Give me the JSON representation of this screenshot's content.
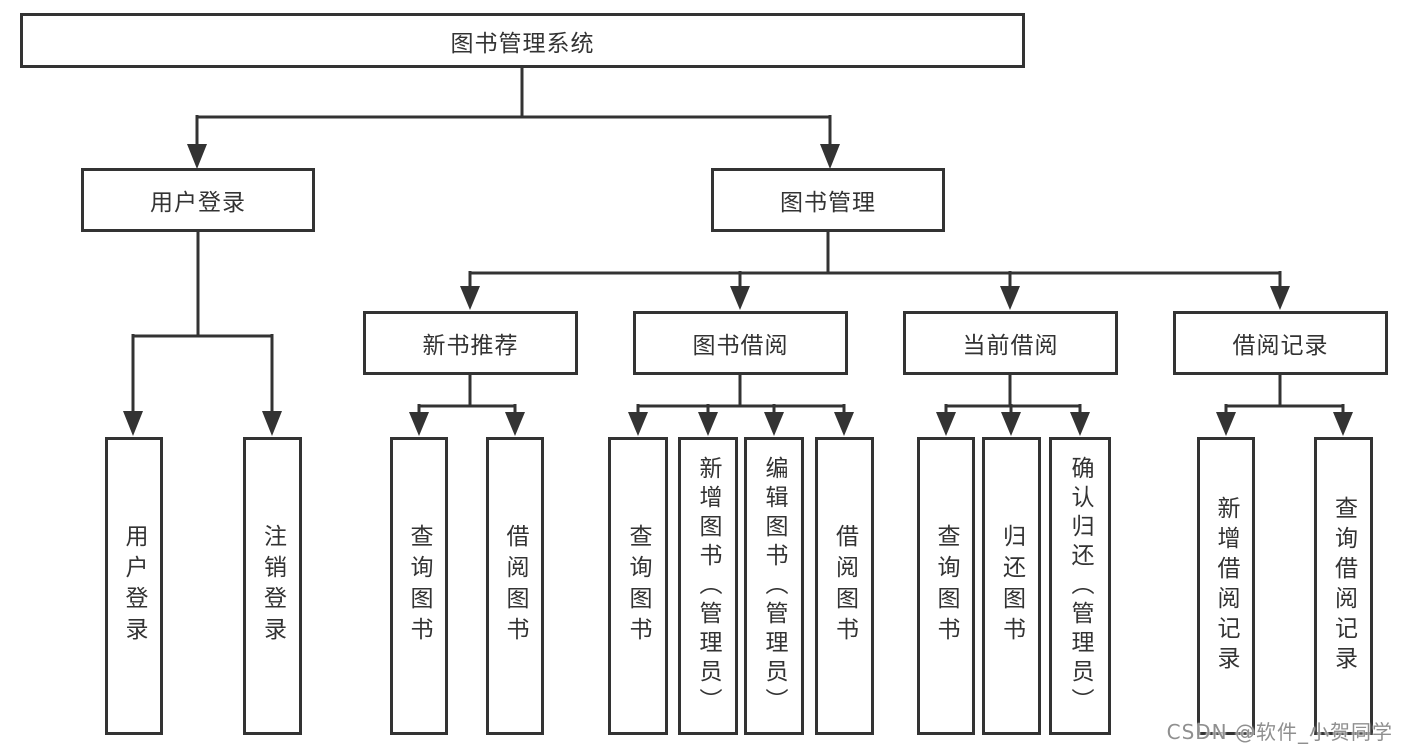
{
  "diagram": {
    "type": "hierarchy-structure-diagram",
    "colors": {
      "line": "#333333",
      "box_border": "#333333",
      "text": "#333333",
      "background": "#ffffff",
      "watermark_text": "#8f8f8f"
    },
    "watermark": "CSDN @软件_小贺同学",
    "tree": {
      "label": "图书管理系统",
      "children": [
        {
          "label": "用户登录",
          "children": [
            {
              "label": "用户登录"
            },
            {
              "label": "注销登录"
            }
          ]
        },
        {
          "label": "图书管理",
          "children": [
            {
              "label": "新书推荐",
              "children": [
                {
                  "label": "查询图书"
                },
                {
                  "label": "借阅图书"
                }
              ]
            },
            {
              "label": "图书借阅",
              "children": [
                {
                  "label": "查询图书"
                },
                {
                  "label": "新增图书（管理员）"
                },
                {
                  "label": "编辑图书（管理员）"
                },
                {
                  "label": "借阅图书"
                }
              ]
            },
            {
              "label": "当前借阅",
              "children": [
                {
                  "label": "查询图书"
                },
                {
                  "label": "归还图书"
                },
                {
                  "label": "确认归还（管理员）"
                }
              ]
            },
            {
              "label": "借阅记录",
              "children": [
                {
                  "label": "新增借阅记录"
                },
                {
                  "label": "查询借阅记录"
                }
              ]
            }
          ]
        }
      ]
    }
  }
}
